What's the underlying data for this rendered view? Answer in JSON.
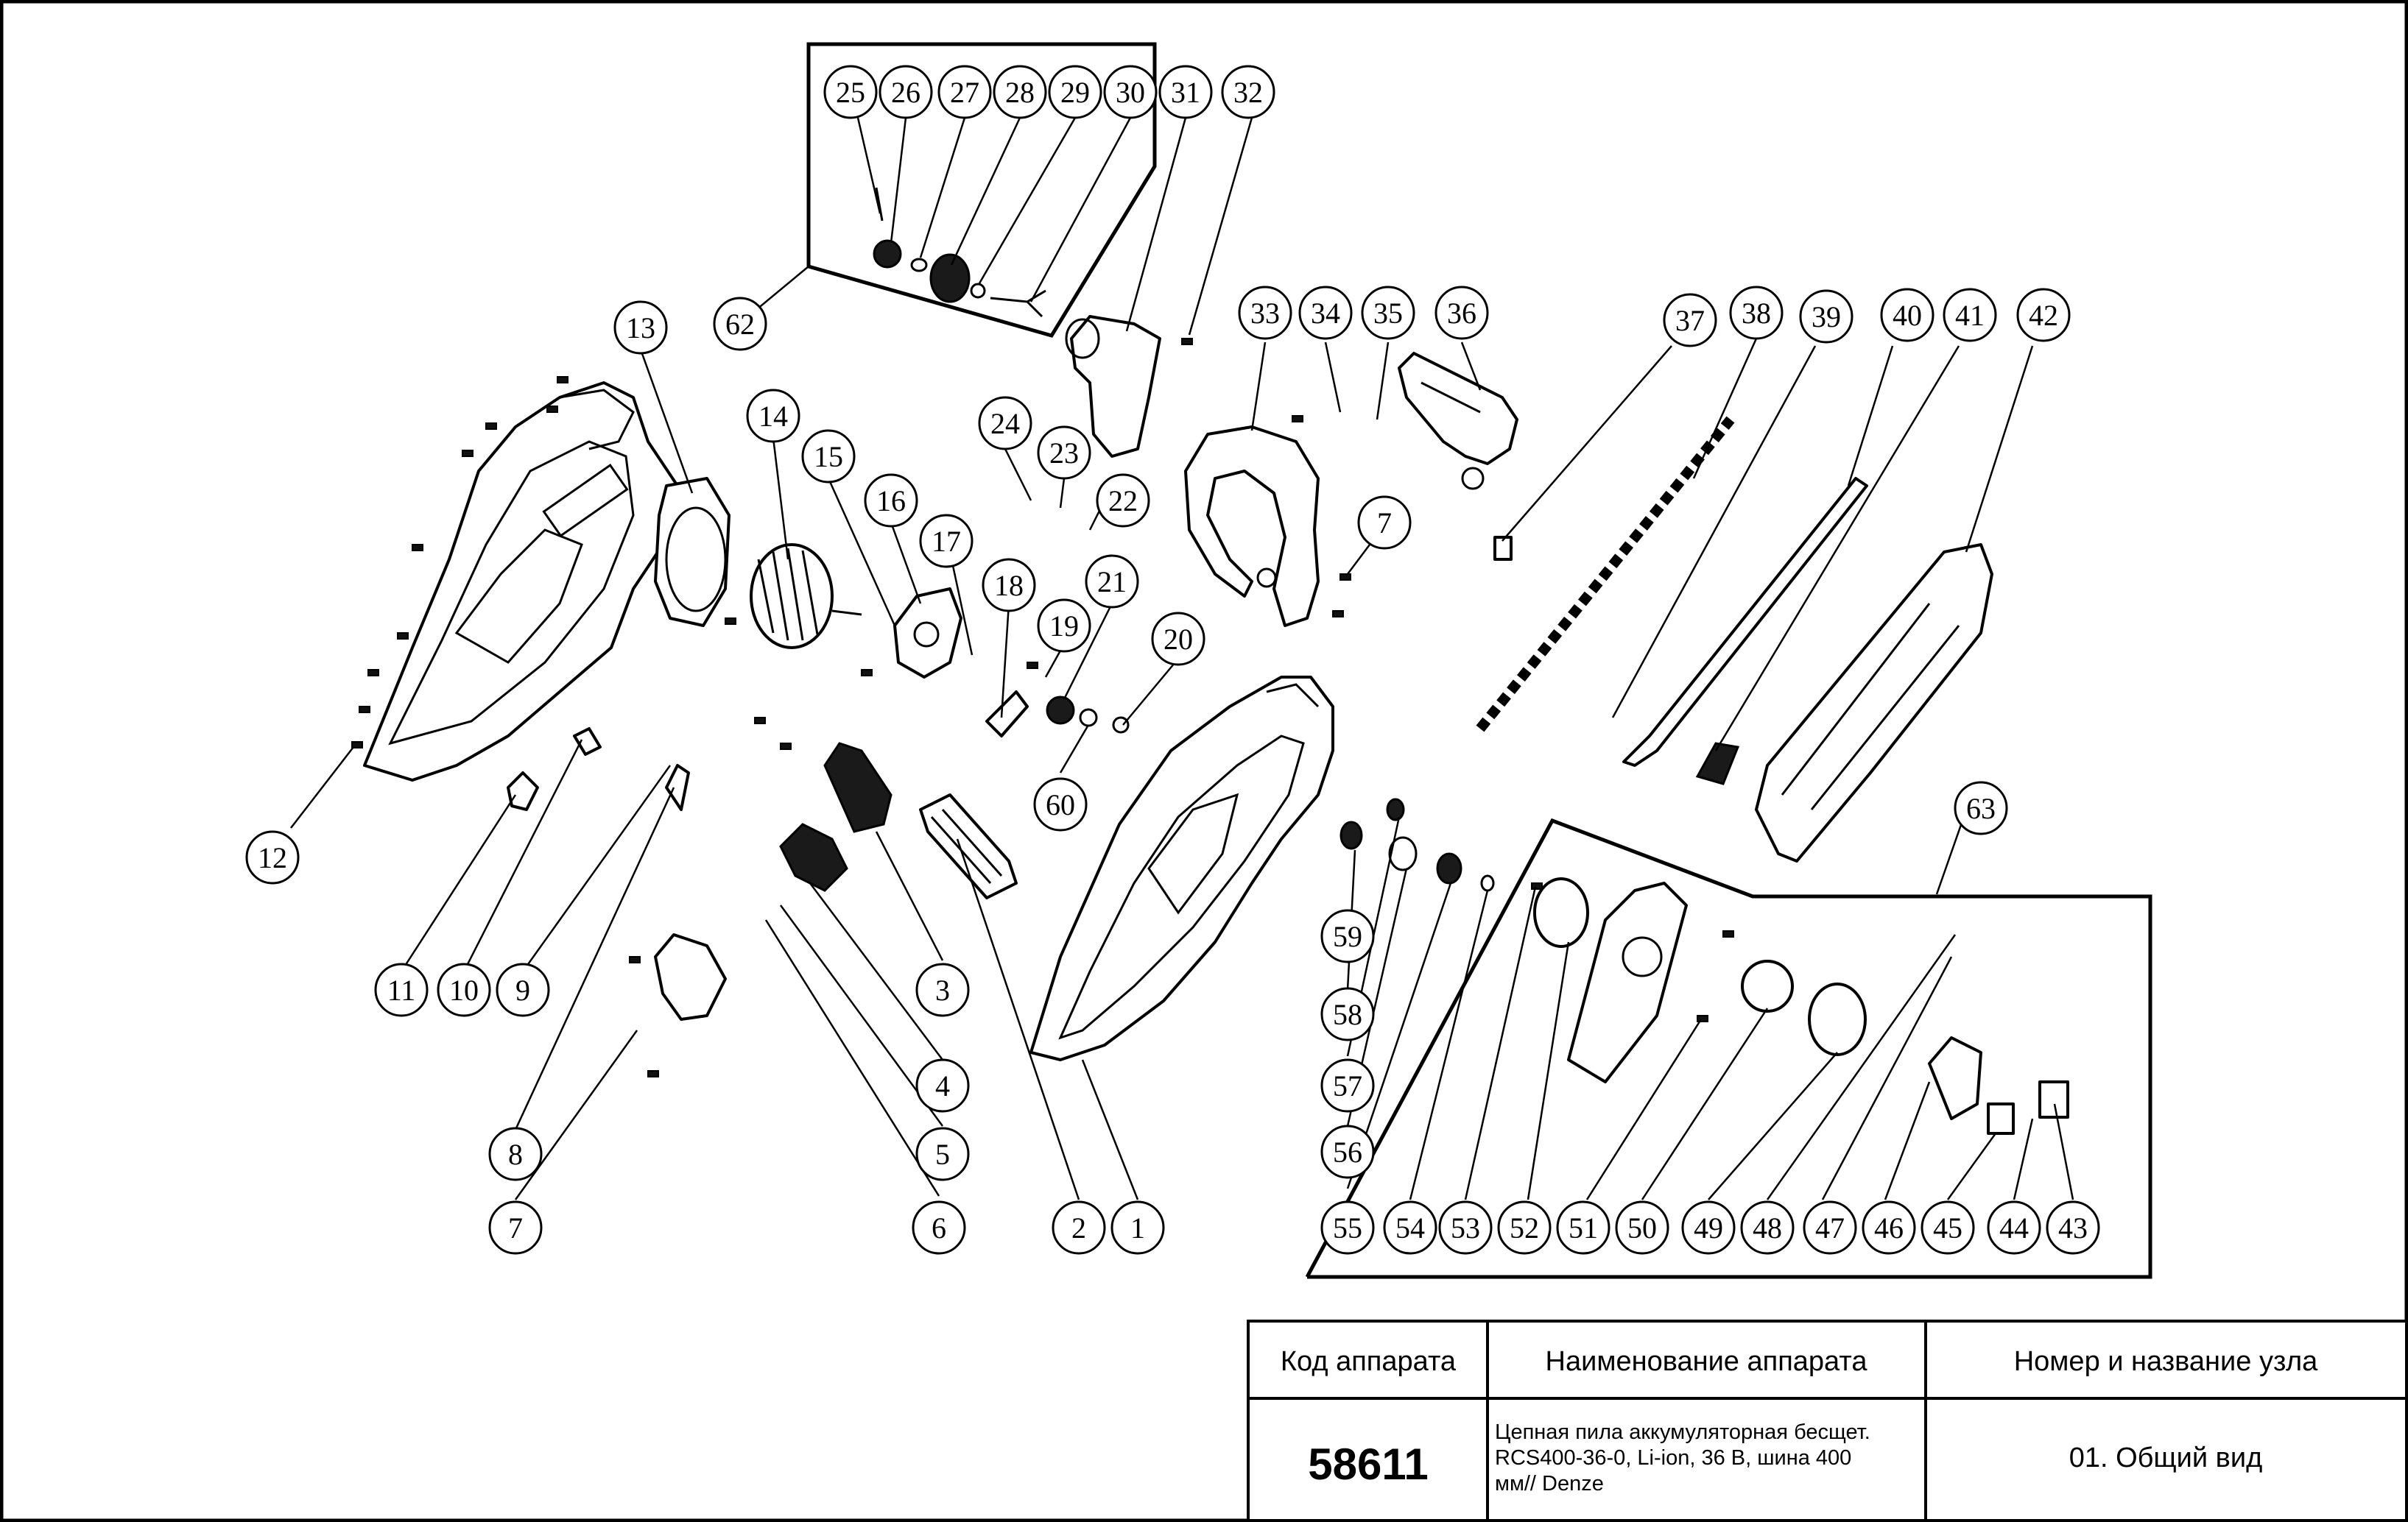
{
  "callouts": [
    {
      "id": "1",
      "label": "1"
    },
    {
      "id": "2",
      "label": "2"
    },
    {
      "id": "3",
      "label": "3"
    },
    {
      "id": "4",
      "label": "4"
    },
    {
      "id": "5",
      "label": "5"
    },
    {
      "id": "6",
      "label": "6"
    },
    {
      "id": "7a",
      "label": "7"
    },
    {
      "id": "7b",
      "label": "7"
    },
    {
      "id": "8",
      "label": "8"
    },
    {
      "id": "9",
      "label": "9"
    },
    {
      "id": "10",
      "label": "10"
    },
    {
      "id": "11",
      "label": "11"
    },
    {
      "id": "12",
      "label": "12"
    },
    {
      "id": "13",
      "label": "13"
    },
    {
      "id": "14",
      "label": "14"
    },
    {
      "id": "15",
      "label": "15"
    },
    {
      "id": "16",
      "label": "16"
    },
    {
      "id": "17",
      "label": "17"
    },
    {
      "id": "18",
      "label": "18"
    },
    {
      "id": "19",
      "label": "19"
    },
    {
      "id": "20",
      "label": "20"
    },
    {
      "id": "21",
      "label": "21"
    },
    {
      "id": "22",
      "label": "22"
    },
    {
      "id": "23",
      "label": "23"
    },
    {
      "id": "24",
      "label": "24"
    },
    {
      "id": "25",
      "label": "25"
    },
    {
      "id": "26",
      "label": "26"
    },
    {
      "id": "27",
      "label": "27"
    },
    {
      "id": "28",
      "label": "28"
    },
    {
      "id": "29",
      "label": "29"
    },
    {
      "id": "30",
      "label": "30"
    },
    {
      "id": "31",
      "label": "31"
    },
    {
      "id": "32",
      "label": "32"
    },
    {
      "id": "33",
      "label": "33"
    },
    {
      "id": "34",
      "label": "34"
    },
    {
      "id": "35",
      "label": "35"
    },
    {
      "id": "36",
      "label": "36"
    },
    {
      "id": "37",
      "label": "37"
    },
    {
      "id": "38",
      "label": "38"
    },
    {
      "id": "39",
      "label": "39"
    },
    {
      "id": "40",
      "label": "40"
    },
    {
      "id": "41",
      "label": "41"
    },
    {
      "id": "42",
      "label": "42"
    },
    {
      "id": "43",
      "label": "43"
    },
    {
      "id": "44",
      "label": "44"
    },
    {
      "id": "45",
      "label": "45"
    },
    {
      "id": "46",
      "label": "46"
    },
    {
      "id": "47",
      "label": "47"
    },
    {
      "id": "48",
      "label": "48"
    },
    {
      "id": "49",
      "label": "49"
    },
    {
      "id": "50",
      "label": "50"
    },
    {
      "id": "51",
      "label": "51"
    },
    {
      "id": "52",
      "label": "52"
    },
    {
      "id": "53",
      "label": "53"
    },
    {
      "id": "54",
      "label": "54"
    },
    {
      "id": "55",
      "label": "55"
    },
    {
      "id": "56",
      "label": "56"
    },
    {
      "id": "57",
      "label": "57"
    },
    {
      "id": "58",
      "label": "58"
    },
    {
      "id": "59",
      "label": "59"
    },
    {
      "id": "60",
      "label": "60"
    },
    {
      "id": "62",
      "label": "62"
    },
    {
      "id": "63",
      "label": "63"
    }
  ],
  "title_block": {
    "col1_header": "Код аппарата",
    "col2_header": "Наименование аппарата",
    "col3_header": "Номер и название узла",
    "device_code": "58611",
    "device_name_line1": "Цепная пила аккумуляторная бесщет.",
    "device_name_line2": "RCS400-36-0, Li-ion, 36 В, шина 400",
    "device_name_line3": "мм// Denze",
    "assembly": "01. Общий вид"
  }
}
